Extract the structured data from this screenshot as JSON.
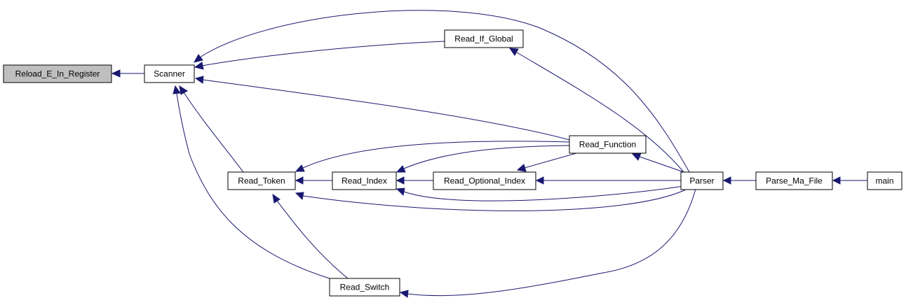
{
  "graph": {
    "colors": {
      "edge": "#191970",
      "focus_fill": "#bfbfbf",
      "node_fill": "#ffffff",
      "node_border": "#000000"
    },
    "nodes": [
      {
        "id": "reload",
        "label": "Reload_E_In_Register",
        "focus": true
      },
      {
        "id": "scanner",
        "label": "Scanner"
      },
      {
        "id": "read_if_global",
        "label": "Read_If_Global"
      },
      {
        "id": "read_function",
        "label": "Read_Function"
      },
      {
        "id": "read_token",
        "label": "Read_Token"
      },
      {
        "id": "read_index",
        "label": "Read_Index"
      },
      {
        "id": "read_optional_index",
        "label": "Read_Optional_Index"
      },
      {
        "id": "parser",
        "label": "Parser"
      },
      {
        "id": "parse_ma_file",
        "label": "Parse_Ma_File"
      },
      {
        "id": "main",
        "label": "main"
      },
      {
        "id": "read_switch",
        "label": "Read_Switch"
      }
    ],
    "edges": [
      {
        "from": "scanner",
        "to": "reload"
      },
      {
        "from": "read_if_global",
        "to": "scanner"
      },
      {
        "from": "parser",
        "to": "scanner"
      },
      {
        "from": "read_function",
        "to": "scanner"
      },
      {
        "from": "read_token",
        "to": "scanner"
      },
      {
        "from": "read_switch",
        "to": "scanner"
      },
      {
        "from": "parser",
        "to": "read_if_global"
      },
      {
        "from": "read_function",
        "to": "read_token"
      },
      {
        "from": "read_function",
        "to": "read_index"
      },
      {
        "from": "read_function",
        "to": "read_optional_index"
      },
      {
        "from": "parser",
        "to": "read_function"
      },
      {
        "from": "read_index",
        "to": "read_token"
      },
      {
        "from": "parser",
        "to": "read_token"
      },
      {
        "from": "read_optional_index",
        "to": "read_index"
      },
      {
        "from": "parser",
        "to": "read_index"
      },
      {
        "from": "parser",
        "to": "read_optional_index"
      },
      {
        "from": "read_switch",
        "to": "read_token"
      },
      {
        "from": "parser",
        "to": "read_switch"
      },
      {
        "from": "parse_ma_file",
        "to": "parser"
      },
      {
        "from": "main",
        "to": "parse_ma_file"
      }
    ]
  }
}
